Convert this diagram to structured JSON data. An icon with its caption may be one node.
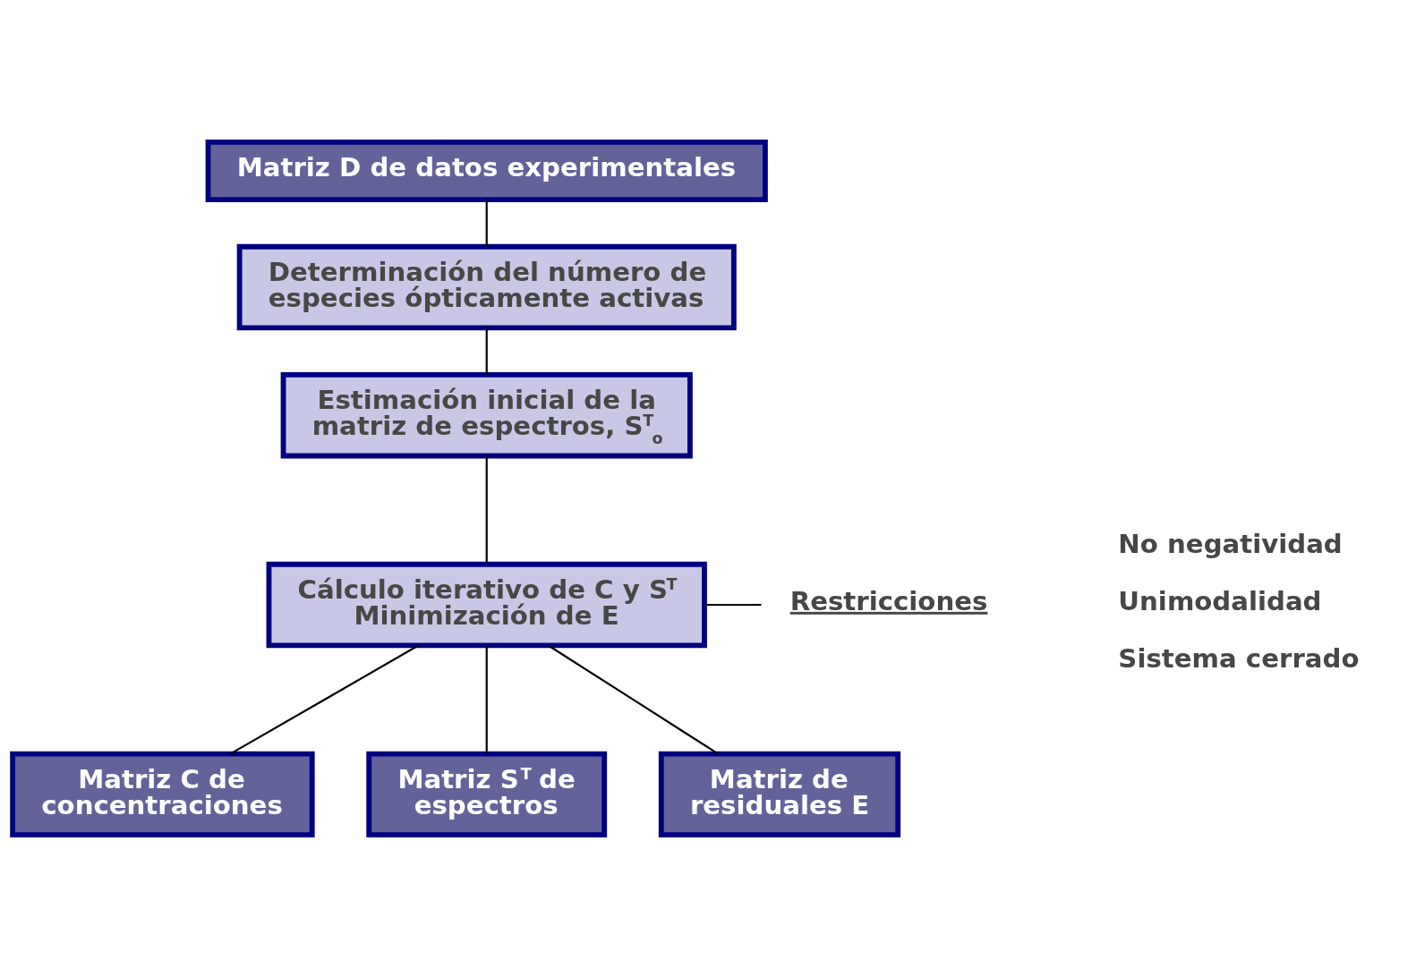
{
  "diagram": {
    "nodes": [
      {
        "text": [
          "Matriz D de datos experimentales"
        ]
      },
      {
        "text": [
          "Determinación del número de especies ópticamente activas"
        ]
      },
      {
        "text": [
          "Estimación inicial de la matriz de espectros, S$^{T}$$_{o}$"
        ]
      },
      {
        "text": [
          "Cálculo iterativo de C y S$^{T}$",
          "Minimización de E"
        ]
      },
      {
        "text": [
          "Restricciones"
        ]
      },
      {
        "text": [
          "Matriz C de concentraciones"
        ]
      },
      {
        "text": [
          "Matriz S$^{T}$ de espectros"
        ]
      },
      {
        "text": [
          "Matriz de residuales E"
        ]
      }
    ],
    "edges": [
      {
        "from": 0,
        "to": 1,
        "arrow": "none"
      },
      {
        "from": 1,
        "to": 2,
        "arrow": "none"
      },
      {
        "from": 2,
        "to": 3,
        "arrow": "none"
      },
      {
        "from": 3,
        "to": 4,
        "arrow": "none"
      },
      {
        "from": 3,
        "to": 5,
        "arrow": "none"
      },
      {
        "from": 3,
        "to": 6,
        "arrow": "none"
      },
      {
        "from": 3,
        "to": 7,
        "arrow": "none"
      }
    ],
    "labels": [
      "No negatividad",
      "Unimodalidad",
      "Sistema cerrado"
    ]
  }
}
